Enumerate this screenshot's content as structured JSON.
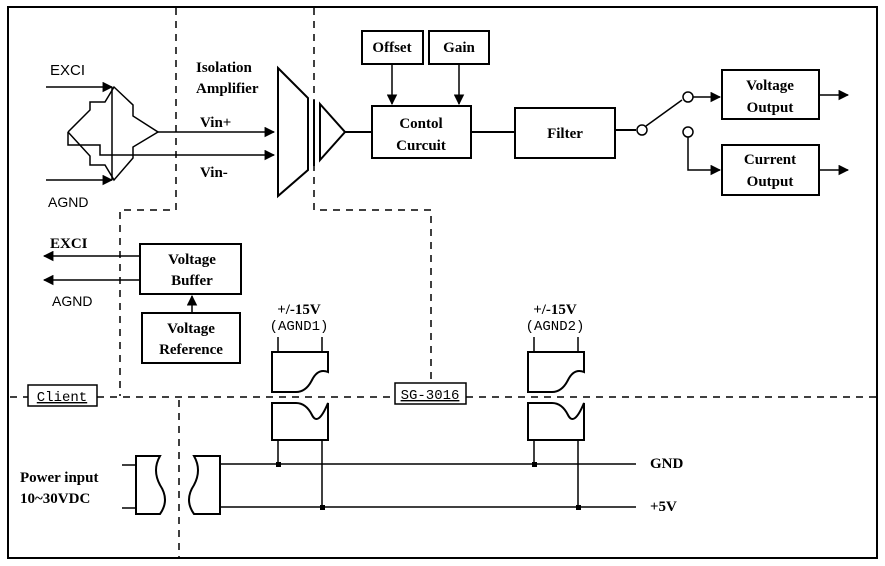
{
  "diagram": {
    "inputs": {
      "exci_top": "EXCI",
      "agnd_top": "AGND",
      "vin_plus": "Vin+",
      "vin_minus": "Vin-",
      "exci_bottom": "EXCI",
      "agnd_bottom": "AGND"
    },
    "isolation_amplifier": [
      "Isolation",
      "Amplifier"
    ],
    "offset": "Offset",
    "gain": "Gain",
    "control_circuit": [
      "Contol",
      "Curcuit"
    ],
    "filter": "Filter",
    "voltage_output": [
      "Voltage",
      "Output"
    ],
    "current_output": [
      "Current",
      "Output"
    ],
    "voltage_buffer": [
      "Voltage",
      "Buffer"
    ],
    "voltage_reference": [
      "Voltage",
      "Reference"
    ],
    "supply_1": [
      "+/-15V",
      "(AGND1)"
    ],
    "supply_2": [
      "+/-15V",
      "(AGND2)"
    ],
    "client_label": "Client",
    "module_label": "SG-3016",
    "power_input": [
      "Power input",
      "10~30VDC"
    ],
    "gnd": "GND",
    "plus5v": "+5V"
  }
}
